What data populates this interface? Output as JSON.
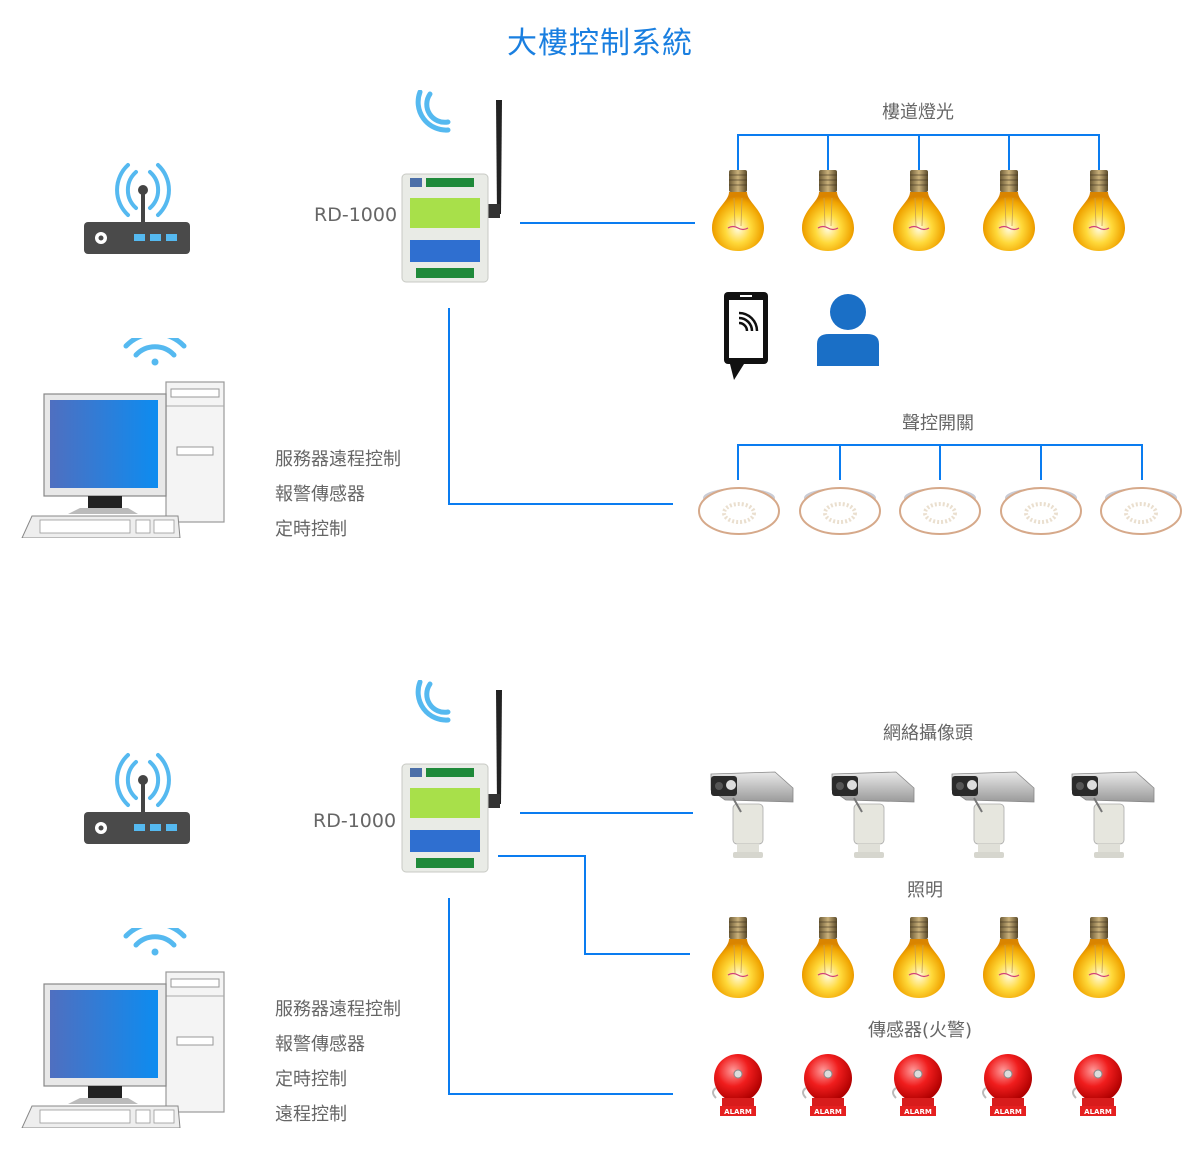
{
  "title": "大樓控制系統",
  "colors": {
    "title": "#1a7fe0",
    "connector": "#0a7cf0",
    "wifi": "#55b9f0",
    "label": "#666666"
  },
  "section1": {
    "controller_label": "RD-1000",
    "features": [
      "服務器遠程控制",
      "報警傳感器",
      "定時控制"
    ],
    "groups": [
      {
        "label": "樓道燈光",
        "device": "light-bulb",
        "count": 5
      },
      {
        "label": "聲控開關",
        "device": "ceiling-light",
        "count": 5
      }
    ],
    "icons": [
      "router-icon",
      "desktop-computer-icon",
      "controller-device",
      "smartphone-icon",
      "user-icon"
    ]
  },
  "section2": {
    "controller_label": "RD-1000",
    "features": [
      "服務器遠程控制",
      "報警傳感器",
      "定時控制",
      "遠程控制"
    ],
    "groups": [
      {
        "label": "網絡攝像頭",
        "device": "ip-camera",
        "count": 4
      },
      {
        "label": "照明",
        "device": "light-bulb",
        "count": 5
      },
      {
        "label": "傳感器(火警)",
        "device": "fire-alarm-bell",
        "count": 5,
        "badge": "ALARM"
      }
    ]
  }
}
